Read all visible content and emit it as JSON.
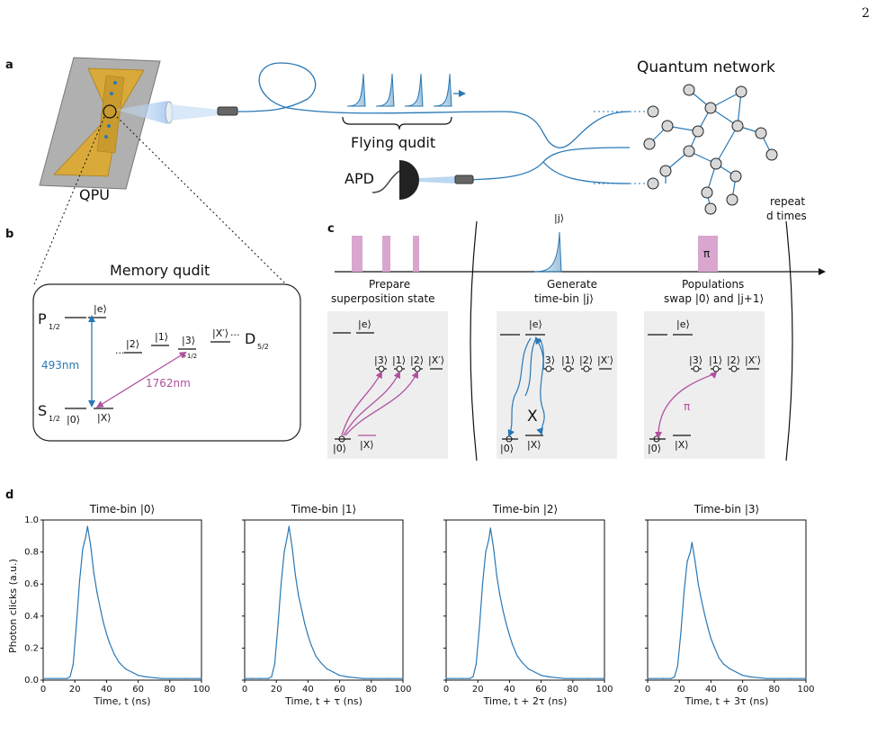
{
  "page_number": "2",
  "colors": {
    "blue": "#2878b5",
    "purple": "#b0509f",
    "pink": "#d8a6cf",
    "gold": "#d9a93a",
    "panel_gray": "#eeeeee",
    "chip_gray": "#a9a9a9"
  },
  "panel_a": {
    "label": "a",
    "qpu": "QPU",
    "flying": "Flying qudit",
    "network": "Quantum network",
    "apd": "APD",
    "repeat": "repeat",
    "d_times": "d times"
  },
  "panel_b": {
    "label": "b",
    "title": "Memory qudit",
    "e": "|e⟩",
    "p": "P",
    "p_sub": "1/2",
    "s": "S",
    "s_sub": "1/2",
    "d": "D",
    "d_sub": "5/2",
    "k0": "|0⟩",
    "kx": "|X⟩",
    "k2": "|2⟩",
    "k1": "|1⟩",
    "k3": "|3⟩",
    "k3_sub": "+1/2",
    "kxp": "|X′⟩",
    "dots1": "···",
    "dots2": "···",
    "wl_blue": "493nm",
    "wl_purple": "1762nm"
  },
  "panel_c": {
    "label": "c",
    "ket_j": "|j⟩",
    "pi": "π",
    "stage1_l1": "Prepare",
    "stage1_l2": "superposition state",
    "stage2_l1": "Generate",
    "stage2_l2": "time-bin |j⟩",
    "stage3_l1": "Populations",
    "stage3_l2": "swap |0⟩ and |j+1⟩",
    "box": {
      "e": "|e⟩",
      "k3": "|3⟩",
      "k1": "|1⟩",
      "k2": "|2⟩",
      "kxp": "|X′⟩",
      "k0": "|0⟩",
      "kx": "|X⟩",
      "cross": "X",
      "pi": "π"
    }
  },
  "panel_d": {
    "label": "d",
    "ylabel": "Photon clicks (a.u.)"
  },
  "chart_data": [
    {
      "type": "line",
      "title": "Time-bin |0⟩",
      "xlabel": "Time, t (ns)",
      "ylabel": "Photon clicks (a.u.)",
      "xlim": [
        0,
        100
      ],
      "ylim": [
        0,
        1.0
      ],
      "xticks": [
        "0",
        "20",
        "40",
        "60",
        "80",
        "100"
      ],
      "yticks": [
        "0.0",
        "0.2",
        "0.4",
        "0.6",
        "0.8",
        "1.0"
      ],
      "x": [
        0,
        5,
        10,
        15,
        17,
        19,
        21,
        23,
        25,
        27,
        28,
        30,
        32,
        34,
        36,
        38,
        40,
        42,
        45,
        48,
        52,
        56,
        60,
        65,
        70,
        75,
        80,
        90,
        100
      ],
      "y": [
        0.01,
        0.01,
        0.01,
        0.01,
        0.02,
        0.1,
        0.35,
        0.62,
        0.82,
        0.9,
        0.96,
        0.84,
        0.67,
        0.55,
        0.45,
        0.36,
        0.29,
        0.23,
        0.16,
        0.11,
        0.07,
        0.05,
        0.03,
        0.02,
        0.015,
        0.01,
        0.01,
        0.01,
        0.01
      ]
    },
    {
      "type": "line",
      "title": "Time-bin |1⟩",
      "xlabel": "Time, t + τ (ns)",
      "xlim": [
        0,
        100
      ],
      "ylim": [
        0,
        1.0
      ],
      "xticks": [
        "0",
        "20",
        "40",
        "60",
        "80",
        "100"
      ],
      "x": [
        0,
        5,
        10,
        15,
        17,
        19,
        21,
        23,
        25,
        27,
        28,
        30,
        32,
        34,
        36,
        38,
        40,
        42,
        45,
        48,
        52,
        56,
        60,
        65,
        70,
        75,
        80,
        90,
        100
      ],
      "y": [
        0.01,
        0.01,
        0.01,
        0.01,
        0.02,
        0.1,
        0.34,
        0.6,
        0.8,
        0.9,
        0.96,
        0.83,
        0.66,
        0.53,
        0.44,
        0.35,
        0.28,
        0.22,
        0.15,
        0.11,
        0.07,
        0.05,
        0.03,
        0.02,
        0.015,
        0.01,
        0.01,
        0.01,
        0.01
      ]
    },
    {
      "type": "line",
      "title": "Time-bin |2⟩",
      "xlabel": "Time, t + 2τ (ns)",
      "xlim": [
        0,
        100
      ],
      "ylim": [
        0,
        1.0
      ],
      "xticks": [
        "0",
        "20",
        "40",
        "60",
        "80",
        "100"
      ],
      "x": [
        0,
        5,
        10,
        15,
        17,
        19,
        21,
        23,
        25,
        27,
        28,
        30,
        32,
        34,
        36,
        38,
        40,
        42,
        45,
        48,
        52,
        56,
        60,
        65,
        70,
        75,
        80,
        90,
        100
      ],
      "y": [
        0.01,
        0.01,
        0.01,
        0.01,
        0.02,
        0.1,
        0.33,
        0.6,
        0.8,
        0.88,
        0.95,
        0.82,
        0.65,
        0.53,
        0.43,
        0.35,
        0.28,
        0.22,
        0.15,
        0.11,
        0.07,
        0.05,
        0.03,
        0.02,
        0.015,
        0.01,
        0.01,
        0.01,
        0.01
      ]
    },
    {
      "type": "line",
      "title": "Time-bin |3⟩",
      "xlabel": "Time, t + 3τ (ns)",
      "xlim": [
        0,
        100
      ],
      "ylim": [
        0,
        1.0
      ],
      "xticks": [
        "0",
        "20",
        "40",
        "60",
        "80",
        "100"
      ],
      "x": [
        0,
        5,
        10,
        15,
        17,
        19,
        21,
        23,
        25,
        27,
        28,
        30,
        32,
        34,
        36,
        38,
        40,
        42,
        45,
        48,
        52,
        56,
        60,
        65,
        70,
        75,
        80,
        90,
        100
      ],
      "y": [
        0.01,
        0.01,
        0.01,
        0.01,
        0.02,
        0.09,
        0.3,
        0.55,
        0.74,
        0.8,
        0.86,
        0.74,
        0.6,
        0.5,
        0.41,
        0.33,
        0.26,
        0.21,
        0.14,
        0.1,
        0.07,
        0.05,
        0.03,
        0.02,
        0.015,
        0.01,
        0.01,
        0.01,
        0.01
      ]
    }
  ]
}
